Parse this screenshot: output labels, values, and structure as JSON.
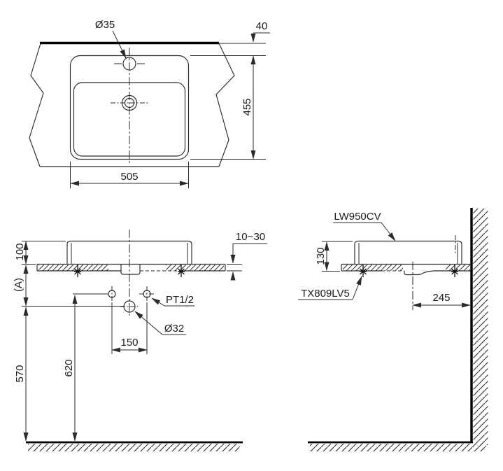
{
  "colors": {
    "line": "#2b2b2b",
    "bold_line": "#000000",
    "text": "#1a1a1a",
    "background": "#ffffff"
  },
  "top_view": {
    "faucet_hole_dia": "Ø35",
    "edge_distance": "40",
    "depth": "455",
    "width": "505"
  },
  "front_view": {
    "rim_height": "100",
    "counter_thickness": "10~30",
    "ref_height": "(A)",
    "supply_thread": "PT1/2",
    "drain_dia": "Ø32",
    "hole_pitch": "150",
    "supply_height": "620",
    "drain_height": "570"
  },
  "side_view": {
    "model": "LW950CV",
    "body_height": "130",
    "fixing_bolt": "TX809LV5",
    "drain_to_wall": "245"
  }
}
